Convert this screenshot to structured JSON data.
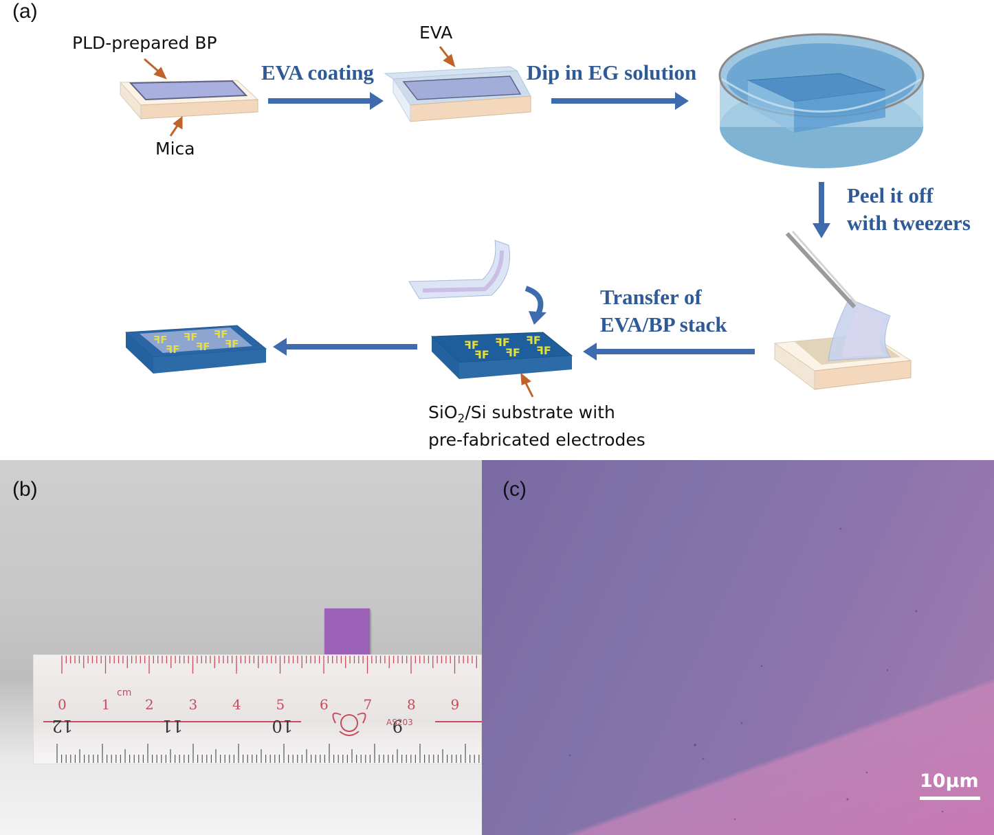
{
  "panel_a": {
    "panel_label": "(a)",
    "labels": {
      "pld_bp": "PLD-prepared BP",
      "mica": "Mica",
      "eva": "EVA",
      "substrate_line1_pre": "SiO",
      "substrate_line1_sub": "2",
      "substrate_line1_post": "/Si substrate with",
      "substrate_line2": "pre-fabricated electrodes"
    },
    "steps": {
      "eva_coating": "EVA coating",
      "dip": "Dip in EG solution",
      "peel_line1": "Peel it off",
      "peel_line2": "with tweezers",
      "transfer_line1": "Transfer of",
      "transfer_line2": "EVA/BP stack"
    }
  },
  "panel_b": {
    "panel_label": "(b)",
    "ruler_top_numbers": [
      "0",
      "1",
      "2",
      "3",
      "4",
      "5",
      "6",
      "7",
      "8",
      "9"
    ],
    "ruler_unit": "cm",
    "ruler_model": "AS203",
    "ruler_bottom_numbers": [
      "12",
      "11",
      "10",
      "9"
    ]
  },
  "panel_c": {
    "panel_label": "(c)",
    "scale_bar": "10μm"
  },
  "colors": {
    "arrow_blue": "#3e6aae",
    "step_text": "#2e5a97",
    "pointer_orange": "#c0632a",
    "bp_film": "#a8aee0",
    "mica": "#f5d9bd",
    "substrate_blue": "#2d6aa8",
    "electrode_yellow": "#e6df3a",
    "micrograph_purple": "#7d6ba8"
  }
}
